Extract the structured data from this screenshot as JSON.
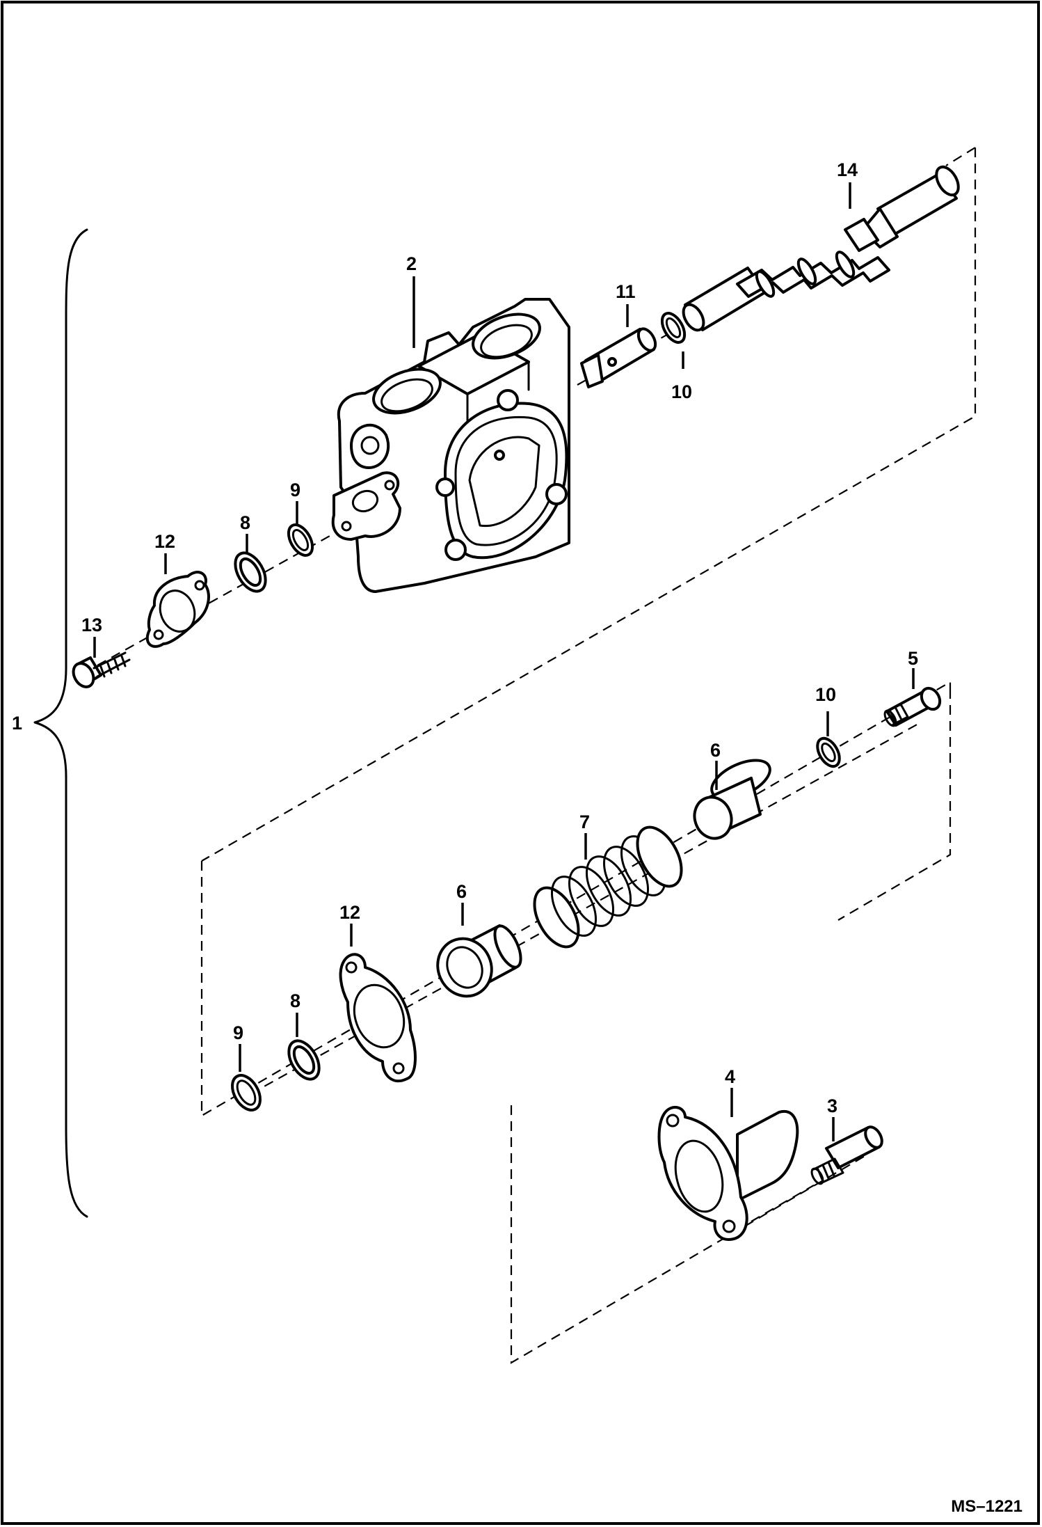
{
  "figure_id": "MS–1221",
  "callouts": [
    "1",
    "2",
    "3",
    "4",
    "5",
    "6",
    "6",
    "7",
    "8",
    "8",
    "9",
    "9",
    "10",
    "10",
    "11",
    "12",
    "12",
    "13",
    "14"
  ]
}
